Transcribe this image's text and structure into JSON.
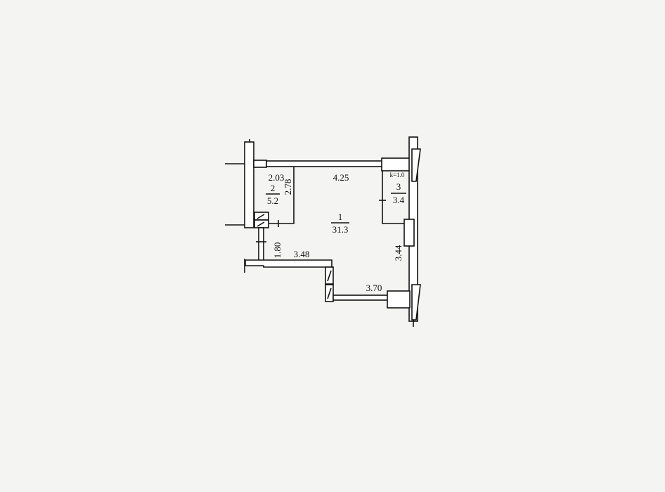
{
  "plan": {
    "rooms": [
      {
        "number": "1",
        "area": "31.3"
      },
      {
        "number": "2",
        "area": "5.2"
      },
      {
        "number": "3",
        "area": "3.4",
        "coefficient": "k=1.0"
      }
    ],
    "dimensions": {
      "d_2_03": "2.03",
      "d_4_25": "4.25",
      "d_2_78": "2.78",
      "d_1_80": "1.80",
      "d_3_48": "3.48",
      "d_3_70": "3.70",
      "d_3_44": "3.44"
    }
  }
}
